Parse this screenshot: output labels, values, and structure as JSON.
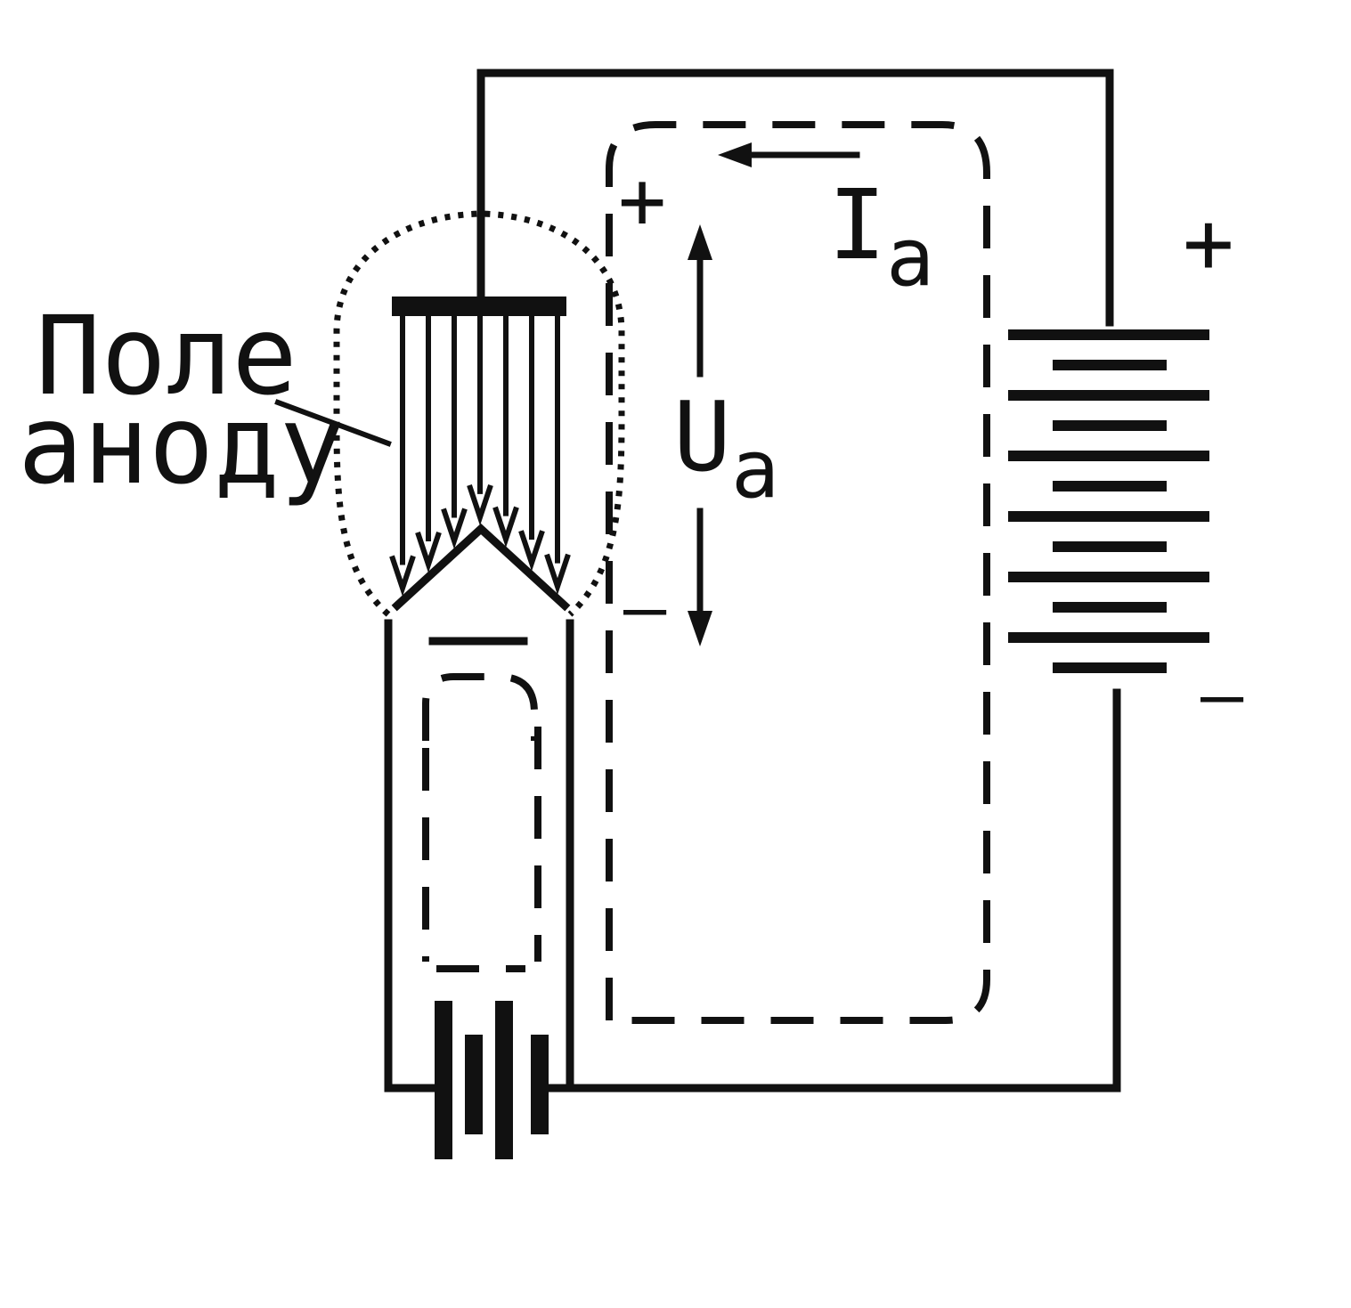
{
  "field_label": {
    "line1": "Поле",
    "line2": "аноду"
  },
  "current": {
    "symbol": "I",
    "subscript": "a"
  },
  "voltage": {
    "symbol": "U",
    "subscript": "a",
    "plus_sign": "+",
    "minus_sign": "—"
  },
  "battery": {
    "plus_sign": "+",
    "minus_sign": "—",
    "cell_count": 6
  },
  "field_lines_count": 7
}
